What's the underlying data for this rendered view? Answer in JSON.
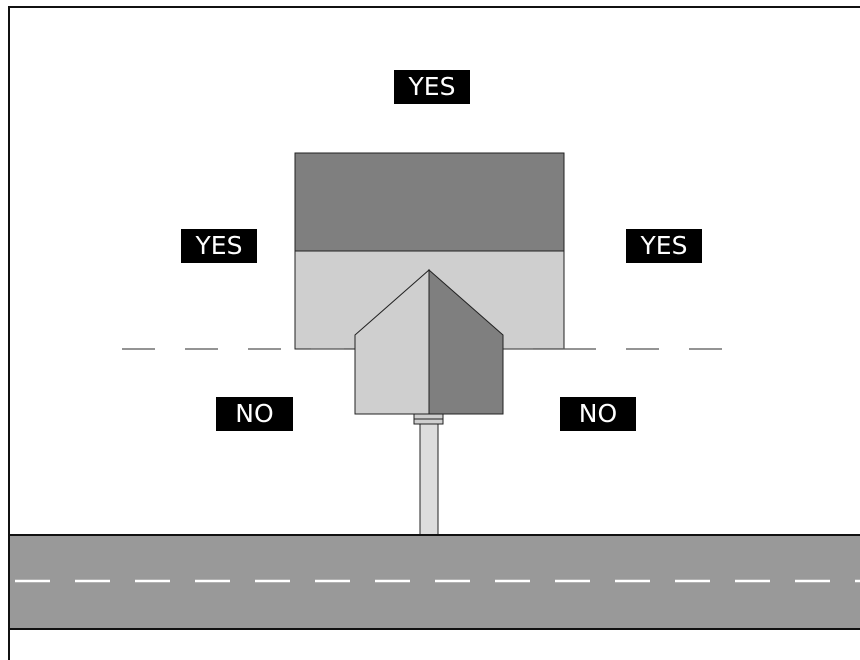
{
  "labels": {
    "yes_top": "YES",
    "yes_left": "YES",
    "yes_right": "YES",
    "no_left": "NO",
    "no_right": "NO"
  },
  "colors": {
    "house_roof": "#7f7f7f",
    "house_wall": "#cfcfcf",
    "sign_left_face": "#cfcfcf",
    "sign_right_face": "#7f7f7f",
    "road": "#999999",
    "label_background": "#000000",
    "label_text": "#ffffff"
  }
}
